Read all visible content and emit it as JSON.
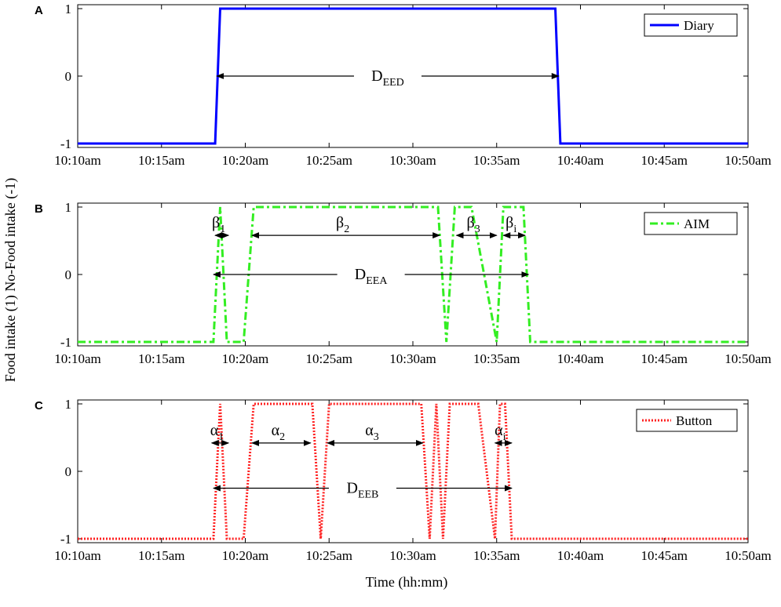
{
  "figure": {
    "ylabel": "Food intake (1) No-Food intake (-1)",
    "xlabel": "Time (hh:mm)"
  },
  "chart_data": [
    {
      "type": "line",
      "panel_label": "A",
      "x_unit": "minutes after 10:00am",
      "xlim": [
        10,
        50
      ],
      "ylim": [
        -1,
        1
      ],
      "xticks": [
        10,
        15,
        20,
        25,
        30,
        35,
        40,
        45,
        50
      ],
      "xticklabels": [
        "10:10am",
        "10:15am",
        "10:20am",
        "10:25am",
        "10:30am",
        "10:35am",
        "10:40am",
        "10:45am",
        "10:50am"
      ],
      "yticks": [
        1,
        0,
        -1
      ],
      "yticklabels": [
        "1",
        "0",
        "-1"
      ],
      "legend_position": "top-right",
      "series": [
        {
          "name": "Diary",
          "color": "#0000ff",
          "dash": "solid",
          "x": [
            10,
            18.2,
            18.5,
            38.5,
            38.8,
            50
          ],
          "y": [
            -1,
            -1,
            1,
            1,
            -1,
            -1
          ]
        }
      ],
      "annotations": [
        {
          "type": "double-arrow",
          "label": "D",
          "sub": "EED",
          "x_start": 18.3,
          "x_end": 38.7,
          "y": 0
        }
      ]
    },
    {
      "type": "line",
      "panel_label": "B",
      "x_unit": "minutes after 10:00am",
      "xlim": [
        10,
        50
      ],
      "ylim": [
        -1,
        1
      ],
      "xticks": [
        10,
        15,
        20,
        25,
        30,
        35,
        40,
        45,
        50
      ],
      "xticklabels": [
        "10:10am",
        "10:15am",
        "10:20am",
        "10:25am",
        "10:30am",
        "10:35am",
        "10:40am",
        "10:45am",
        "10:50am"
      ],
      "yticks": [
        1,
        0,
        -1
      ],
      "yticklabels": [
        "1",
        "0",
        "-1"
      ],
      "legend_position": "top-right",
      "series": [
        {
          "name": "AIM",
          "color": "#33ee22",
          "dash": "dash-dot",
          "x": [
            10,
            18.1,
            18.5,
            18.9,
            19.9,
            20.5,
            31.5,
            32.0,
            32.5,
            33.5,
            35.0,
            35.4,
            35.7,
            36.6,
            37.0,
            50
          ],
          "y": [
            -1,
            -1,
            1,
            -1,
            -1,
            1,
            1,
            -1,
            1,
            1,
            -1,
            1,
            1,
            1,
            -1,
            -1
          ]
        }
      ],
      "annotations": [
        {
          "type": "double-arrow",
          "label": "β",
          "sub": "1",
          "x_start": 18.2,
          "x_end": 19.0,
          "y": 0.58
        },
        {
          "type": "double-arrow",
          "label": "β",
          "sub": "2",
          "x_start": 20.4,
          "x_end": 31.6,
          "y": 0.58
        },
        {
          "type": "double-arrow",
          "label": "β",
          "sub": "3",
          "x_start": 32.6,
          "x_end": 35.0,
          "y": 0.58
        },
        {
          "type": "double-arrow",
          "label": "β",
          "sub": "i",
          "x_start": 35.4,
          "x_end": 36.7,
          "y": 0.58
        },
        {
          "type": "double-arrow",
          "label": "D",
          "sub": "EEA",
          "x_start": 18.1,
          "x_end": 36.9,
          "y": 0
        }
      ]
    },
    {
      "type": "line",
      "panel_label": "C",
      "x_unit": "minutes after 10:00am",
      "xlim": [
        10,
        50
      ],
      "ylim": [
        -1,
        1
      ],
      "xticks": [
        10,
        15,
        20,
        25,
        30,
        35,
        40,
        45,
        50
      ],
      "xticklabels": [
        "10:10am",
        "10:15am",
        "10:20am",
        "10:25am",
        "10:30am",
        "10:35am",
        "10:40am",
        "10:45am",
        "10:50am"
      ],
      "yticks": [
        1,
        0,
        -1
      ],
      "yticklabels": [
        "1",
        "0",
        "-1"
      ],
      "legend_position": "top-right",
      "series": [
        {
          "name": "Button",
          "color": "#ff2222",
          "dash": "dotted",
          "x": [
            10,
            18.1,
            18.5,
            18.9,
            19.9,
            20.5,
            24.0,
            24.5,
            25.0,
            30.5,
            31.0,
            31.4,
            31.8,
            32.2,
            32.7,
            33.9,
            34.9,
            35.2,
            35.5,
            35.9,
            50
          ],
          "y": [
            -1,
            -1,
            1,
            -1,
            -1,
            1,
            1,
            -1,
            1,
            1,
            -1,
            1,
            -1,
            1,
            1,
            1,
            -1,
            1,
            1,
            -1,
            -1
          ]
        }
      ],
      "annotations": [
        {
          "type": "double-arrow",
          "label": "α",
          "sub": "1",
          "x_start": 18.0,
          "x_end": 19.0,
          "y": 0.42
        },
        {
          "type": "double-arrow",
          "label": "α",
          "sub": "2",
          "x_start": 20.4,
          "x_end": 23.9,
          "y": 0.42
        },
        {
          "type": "double-arrow",
          "label": "α",
          "sub": "3",
          "x_start": 24.9,
          "x_end": 30.6,
          "y": 0.42
        },
        {
          "type": "double-arrow",
          "label": "α",
          "sub": "i",
          "x_start": 34.9,
          "x_end": 35.9,
          "y": 0.42
        },
        {
          "type": "double-arrow",
          "label": "D",
          "sub": "EEB",
          "x_start": 18.1,
          "x_end": 35.9,
          "y": -0.25
        }
      ]
    }
  ]
}
